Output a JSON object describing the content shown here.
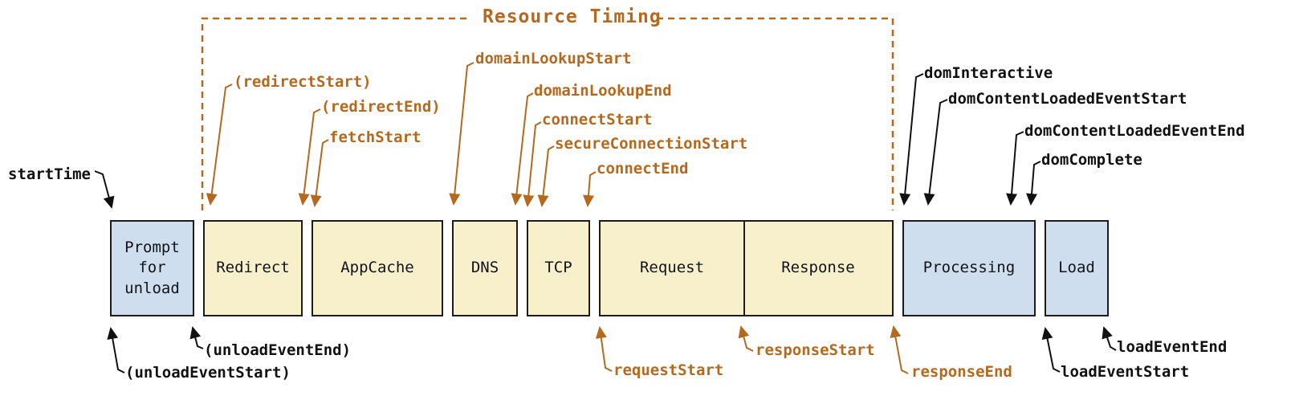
{
  "title": "Resource Timing",
  "colors": {
    "accent_orange": "#b4691e",
    "label_black": "#111111",
    "box_blue_fill": "#cfdeee",
    "box_yellow_fill": "#f8efcb",
    "box_border": "#1c1c1c"
  },
  "boxes": [
    {
      "label": "Prompt for unload",
      "color": "blue"
    },
    {
      "label": "Redirect",
      "color": "yellow"
    },
    {
      "label": "AppCache",
      "color": "yellow"
    },
    {
      "label": "DNS",
      "color": "yellow"
    },
    {
      "label": "TCP",
      "color": "yellow"
    },
    {
      "label": "Request",
      "color": "yellow"
    },
    {
      "label": "Response",
      "color": "yellow"
    },
    {
      "label": "Processing",
      "color": "blue"
    },
    {
      "label": "Load",
      "color": "blue"
    }
  ],
  "annotations": {
    "start_time": "startTime",
    "redirect_start": "(redirectStart)",
    "redirect_end": "(redirectEnd)",
    "fetch_start": "fetchStart",
    "domain_lookup_start": "domainLookupStart",
    "domain_lookup_end": "domainLookupEnd",
    "connect_start": "connectStart",
    "secure_connection_start": "secureConnectionStart",
    "connect_end": "connectEnd",
    "dom_interactive": "domInteractive",
    "dom_content_loaded_event_start": "domContentLoadedEventStart",
    "dom_content_loaded_event_end": "domContentLoadedEventEnd",
    "dom_complete": "domComplete",
    "unload_event_start": "(unloadEventStart)",
    "unload_event_end": "(unloadEventEnd)",
    "request_start": "requestStart",
    "response_start": "responseStart",
    "response_end": "responseEnd",
    "load_event_start": "loadEventStart",
    "load_event_end": "loadEventEnd"
  }
}
